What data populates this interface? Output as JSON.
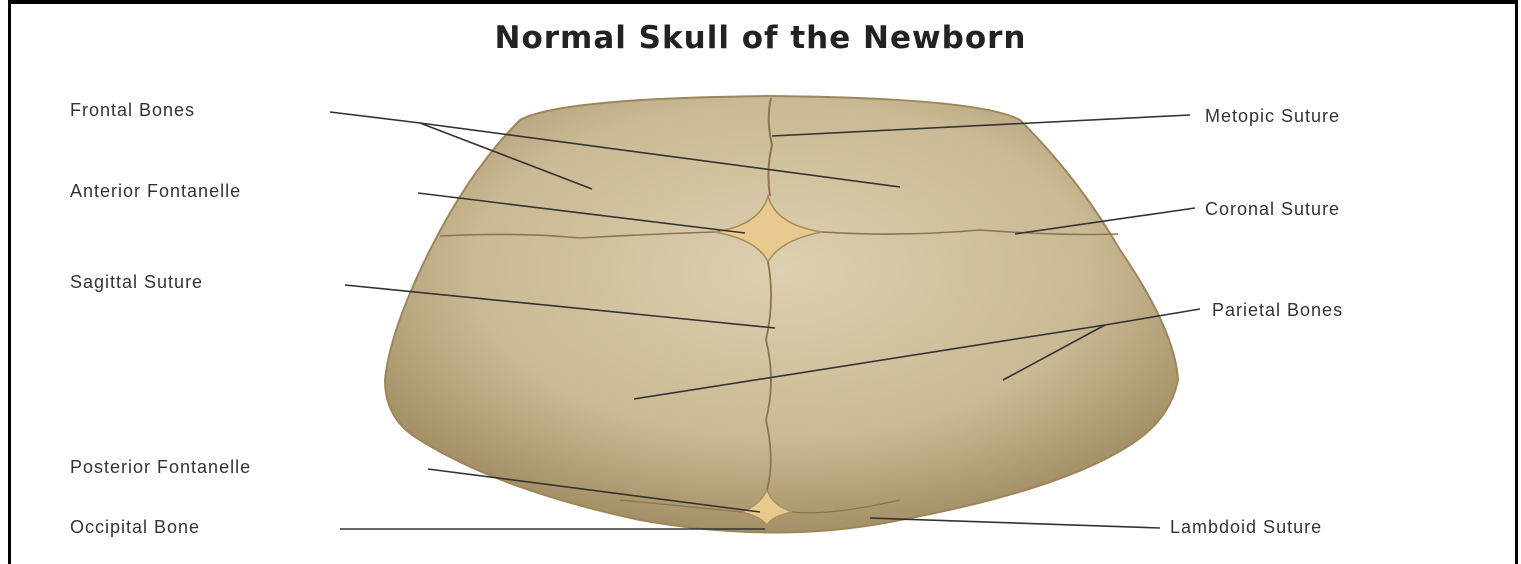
{
  "title": "Normal Skull of the Newborn",
  "labels": {
    "frontal_bones": "Frontal Bones",
    "anterior_fontanelle": "Anterior Fontanelle",
    "sagittal_suture": "Sagittal Suture",
    "posterior_fontanelle": "Posterior Fontanelle",
    "occipital_bone": "Occipital Bone",
    "metopic_suture": "Metopic Suture",
    "coronal_suture": "Coronal Suture",
    "parietal_bones": "Parietal Bones",
    "lambdoid_suture": "Lambdoid Suture"
  },
  "colors": {
    "bone": "#c9b994",
    "bone_shadow": "#9c865a",
    "fontanelle": "#e8c98e",
    "suture": "#8a7550",
    "leader_line": "#333333"
  }
}
